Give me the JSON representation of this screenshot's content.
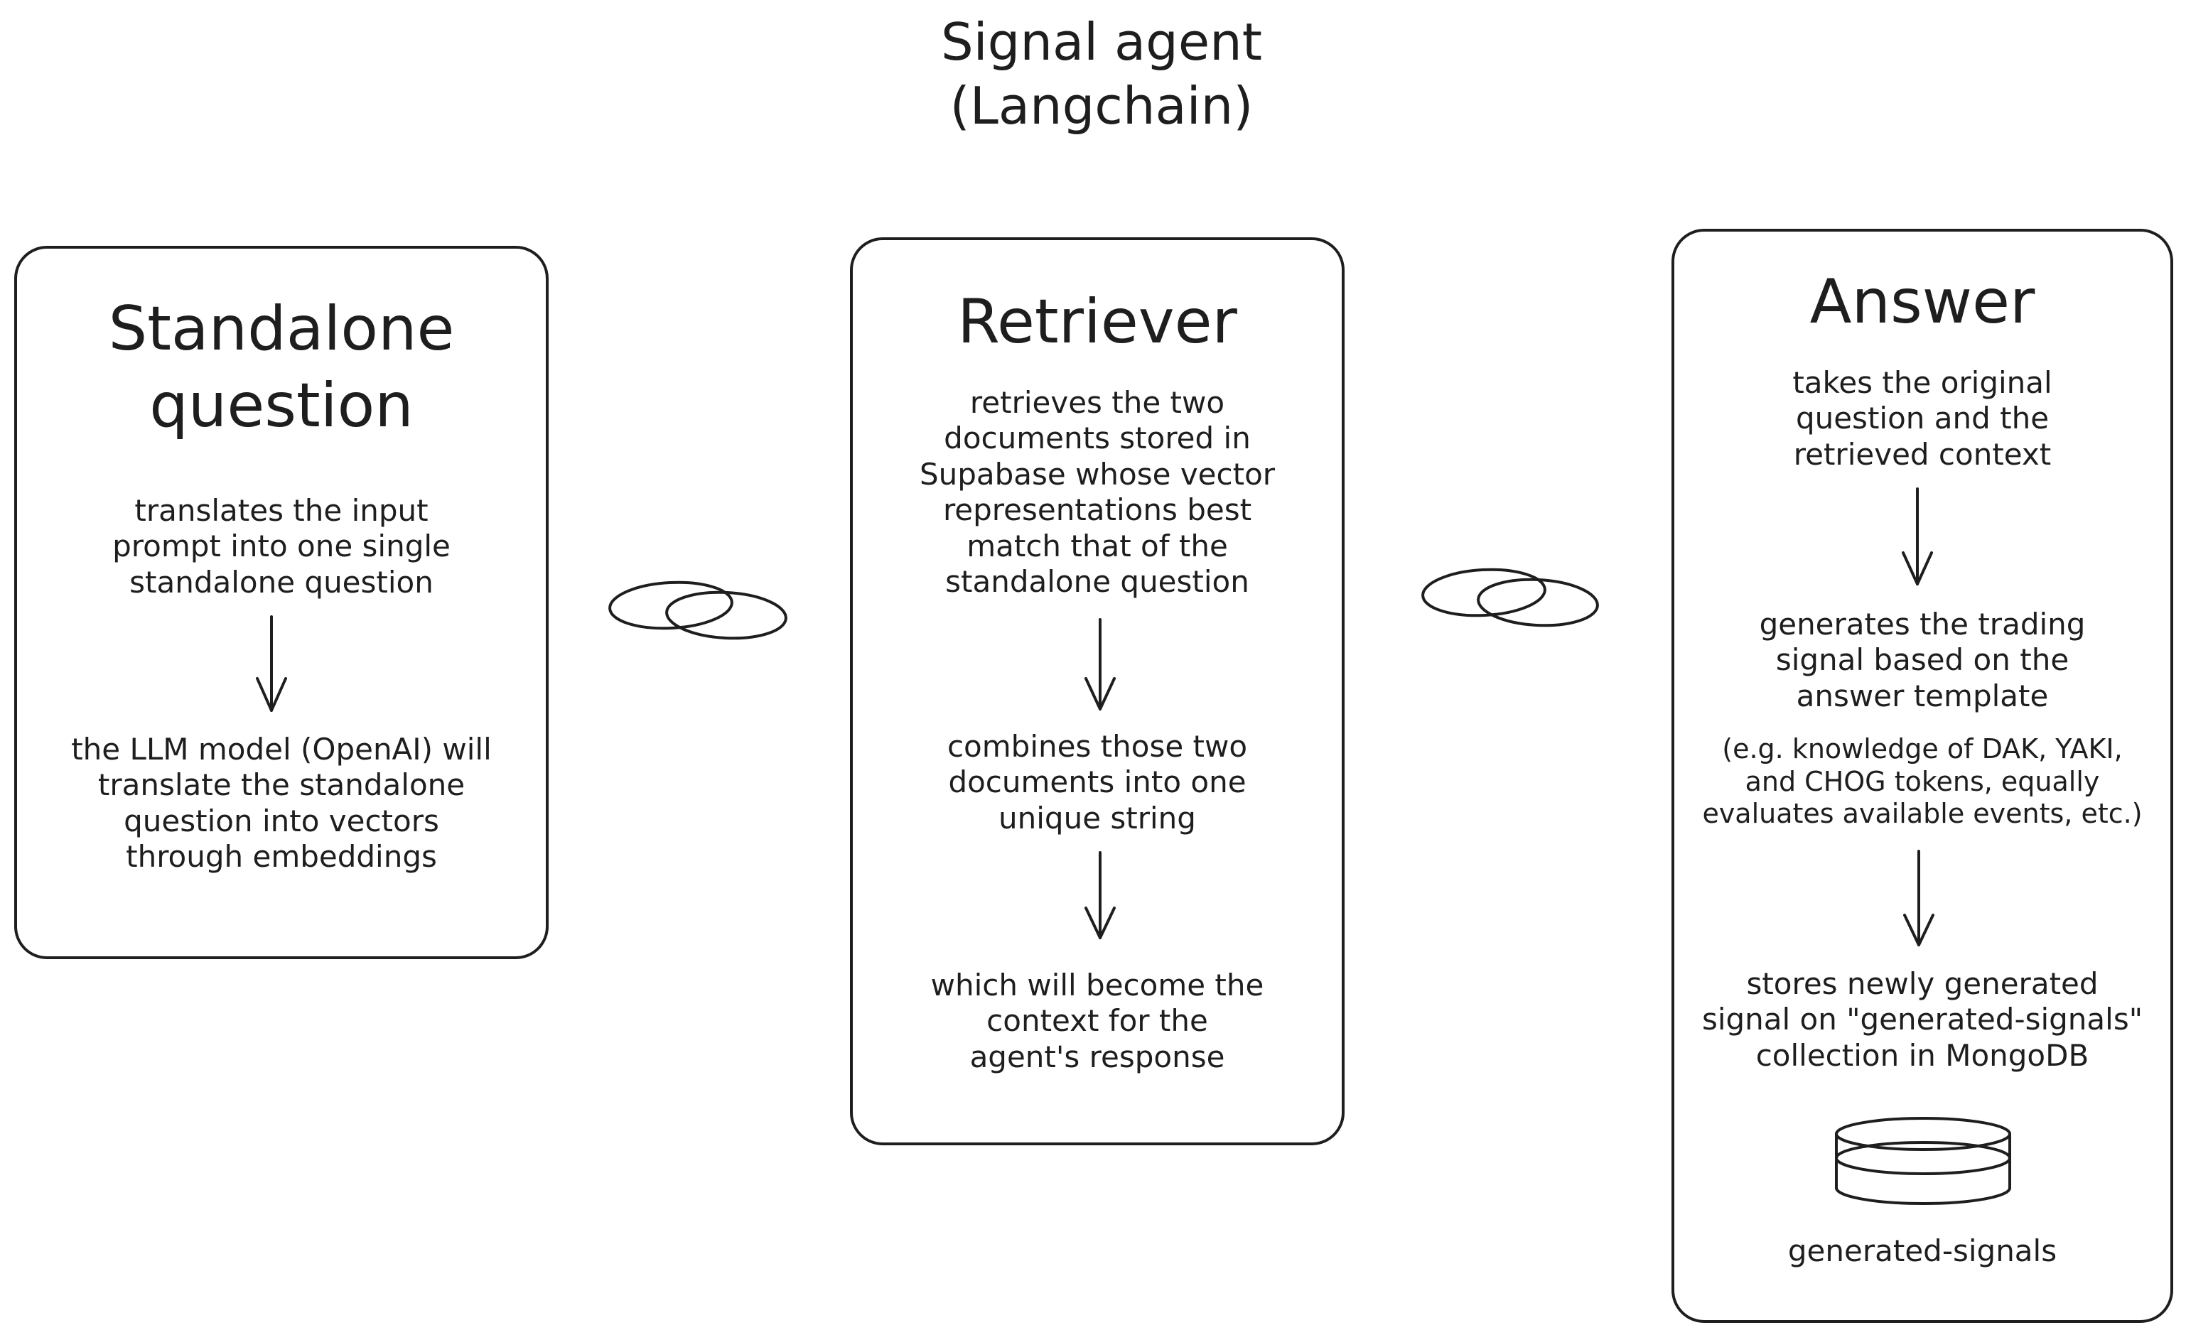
{
  "title": "Signal agent\n(Langchain)",
  "standalone": {
    "heading": "Standalone\nquestion",
    "step1": "translates the input\nprompt into one single\nstandalone question",
    "step2": "the LLM model (OpenAI) will\ntranslate the standalone\nquestion into vectors\nthrough embeddings"
  },
  "retriever": {
    "heading": "Retriever",
    "step1": "retrieves the two\ndocuments stored in\nSupabase whose vector\nrepresentations best\nmatch that of the\nstandalone question",
    "step2": "combines those two\ndocuments into one\nunique string",
    "step3": "which will become the\ncontext for the\nagent's response"
  },
  "answer": {
    "heading": "Answer",
    "step1": "takes the original\nquestion and the\nretrieved context",
    "step2": "generates the trading\nsignal based on the\nanswer template",
    "step2_note": "(e.g. knowledge of DAK, YAKI,\nand CHOG tokens, equally\nevaluates available events, etc.)",
    "step3": "stores newly generated\nsignal on \"generated-signals\"\ncollection in MongoDB",
    "db_label": "generated-signals"
  },
  "icons": [
    "link-icon",
    "link-icon",
    "database-icon",
    "arrow-down-icon"
  ]
}
